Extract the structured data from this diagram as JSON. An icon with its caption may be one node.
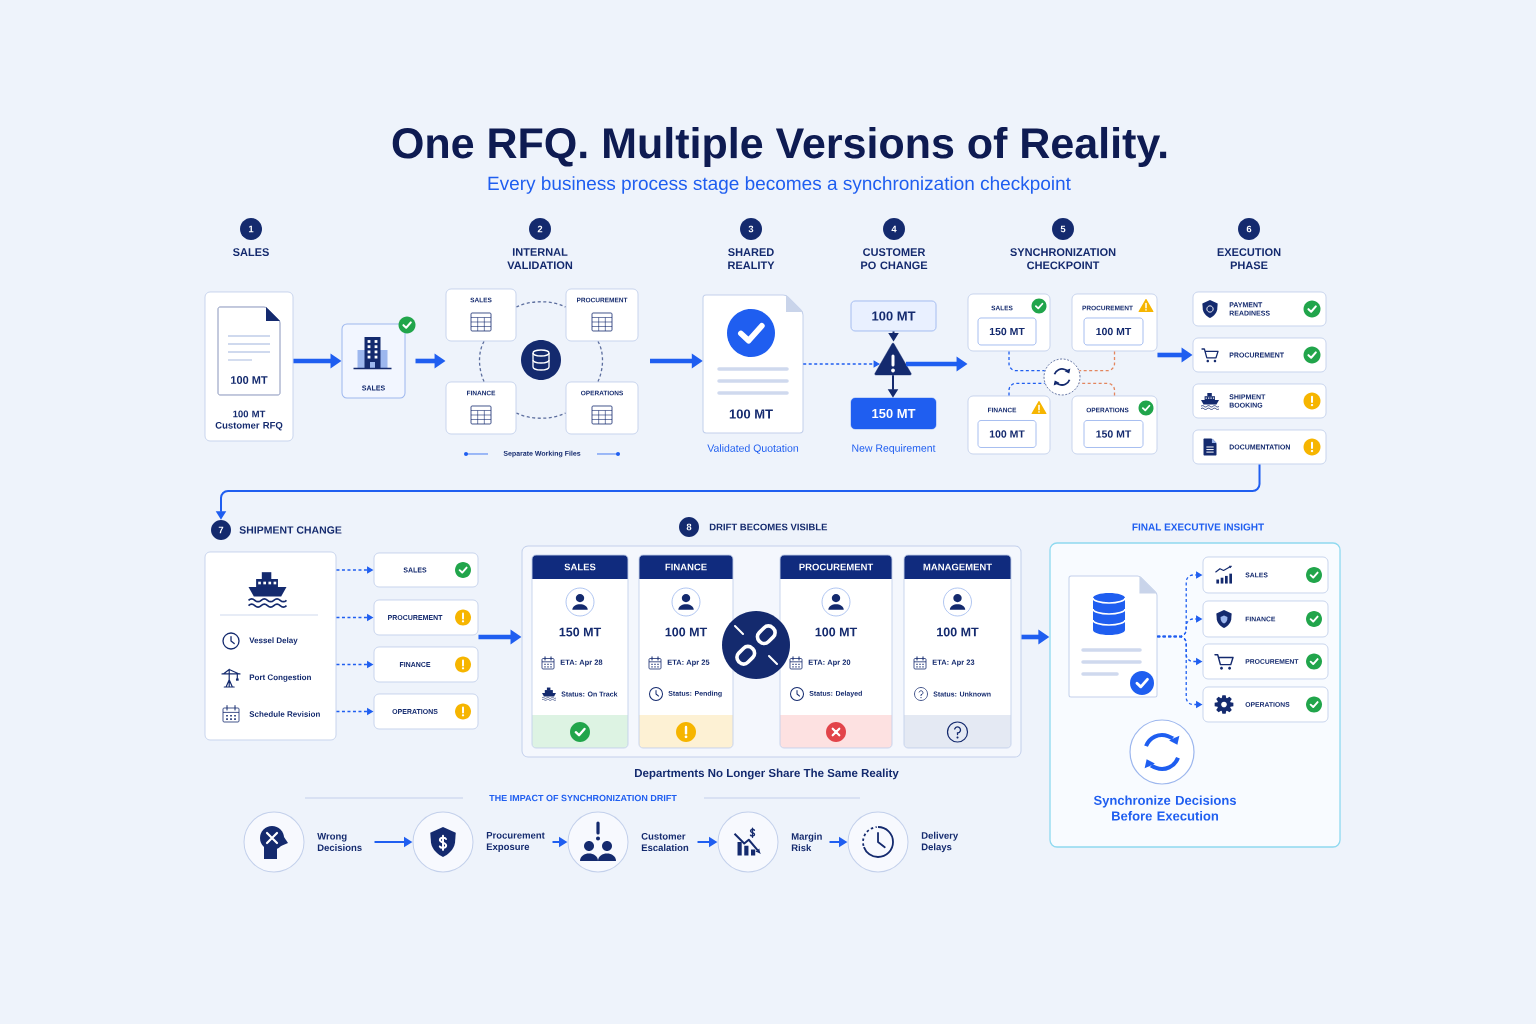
{
  "diagram": {
    "title": "One RFQ. Multiple Versions of Reality.",
    "nodes": [
      {
        "text": [
          "1"
        ],
        "beside": [
          "SALES"
        ]
      },
      {
        "text": [
          "100 MT Customer RFQ"
        ]
      },
      {
        "text": [
          "100 MT"
        ],
        "in": 1
      },
      {
        "text": [
          "SALES"
        ]
      },
      {
        "text": [
          "2"
        ],
        "beside": [
          "INTERNAL VALIDATION"
        ]
      },
      {
        "text": [
          "SALES"
        ]
      },
      {
        "text": [
          "PROCUREMENT"
        ]
      },
      {
        "text": [
          "FINANCE"
        ]
      },
      {
        "text": [
          "OPERATIONS"
        ]
      },
      {
        "text": [
          "3"
        ],
        "beside": [
          "SHARED REALITY"
        ]
      },
      {
        "text": [
          "100 MT"
        ],
        "beside": [
          "Validated Quotation"
        ]
      },
      {
        "text": [
          "4"
        ],
        "beside": [
          "CUSTOMER PO CHANGE"
        ]
      },
      {
        "text": [
          "100 MT"
        ]
      },
      {
        "text": [],
        "shape": "triangle"
      },
      {
        "text": [
          "150 MT"
        ],
        "beside": [
          "New Requirement"
        ]
      },
      {
        "text": [
          "5"
        ],
        "beside": [
          "SYNCHRONIZATION CHECKPOINT"
        ]
      },
      {
        "text": [
          "SALES"
        ]
      },
      {
        "text": [
          "150 MT"
        ],
        "in": 16
      },
      {
        "text": [
          "PROCUREMENT"
        ]
      },
      {
        "text": [
          "100 MT"
        ],
        "in": 18
      },
      {
        "text": [
          "FINANCE"
        ]
      },
      {
        "text": [
          "100 MT"
        ],
        "in": 20
      },
      {
        "text": [
          "OPERATIONS"
        ]
      },
      {
        "text": [
          "150 MT"
        ],
        "in": 22
      },
      {
        "text": [],
        "shape": "circle"
      },
      {
        "text": [
          "6"
        ],
        "beside": [
          "EXECUTION PHASE"
        ]
      },
      {
        "text": [
          "PAYMENT READINESS"
        ]
      },
      {
        "text": [
          "PROCUREMENT"
        ]
      },
      {
        "text": [
          "SHIPMENT BOOKING"
        ]
      },
      {
        "text": [
          "DOCUMENTATION"
        ]
      },
      {
        "text": [
          "7"
        ],
        "beside": [
          "SHIPMENT CHANGE"
        ]
      },
      {
        "text": [
          "Vessel Delay",
          "Port Congestion",
          "Schedule Revision"
        ]
      },
      {
        "text": [
          "SALES"
        ]
      },
      {
        "text": [
          "PROCUREMENT"
        ]
      },
      {
        "text": [
          "FINANCE"
        ]
      },
      {
        "text": [
          "OPERATIONS"
        ]
      },
      {
        "text": [
          "8"
        ],
        "beside": [
          "DRIFT BECOMES VISIBLE"
        ]
      },
      {
        "text": [],
        "shape": "box",
        "beside": [
          "Departments No Longer Share The Same Reality"
        ]
      },
      {
        "text": [
          "SALES",
          "150 MT",
          "ETA: Apr 28",
          "Status: On Track"
        ],
        "in": 37
      },
      {
        "text": [
          "FINANCE",
          "100 MT",
          "ETA: Apr 25",
          "Status: Pending"
        ],
        "in": 37
      },
      {
        "text": [
          "PROCUREMENT",
          "100 MT",
          "ETA: Apr 20",
          "Status: Delayed"
        ],
        "in": 37
      },
      {
        "text": [
          "MANAGEMENT",
          "100 MT",
          "ETA: Apr 23",
          "Status: Unknown"
        ],
        "in": 37
      },
      {
        "text": [
          "FINAL EXECUTIVE INSIGHT",
          "Synchronize Decisions Before Execution"
        ]
      },
      {
        "text": [],
        "shape": "document",
        "in": 42
      },
      {
        "text": [
          "SALES"
        ],
        "in": 42
      },
      {
        "text": [
          "FINANCE"
        ],
        "in": 42
      },
      {
        "text": [
          "PROCUREMENT"
        ],
        "in": 42
      },
      {
        "text": [
          "OPERATIONS"
        ],
        "in": 42
      },
      {
        "text": [],
        "shape": "circle",
        "beside": [
          "Wrong Decisions"
        ]
      },
      {
        "text": [],
        "shape": "circle",
        "beside": [
          "Procurement Exposure"
        ]
      },
      {
        "text": [],
        "shape": "circle",
        "beside": [
          "Customer Escalation"
        ]
      },
      {
        "text": [],
        "shape": "circle",
        "beside": [
          "Margin Risk"
        ]
      },
      {
        "text": [],
        "shape": "circle",
        "beside": [
          "Delivery Delays"
        ]
      }
    ],
    "edges": [
      {
        "from": 1,
        "to": 3,
        "arrow": "to",
        "style": "thick"
      },
      {
        "from": 3,
        "to": 5,
        "arrow": "to",
        "style": "thick"
      },
      {
        "from": 5,
        "to": 6,
        "arrow": "none",
        "style": "dashed",
        "color": "#5c6e9e"
      },
      {
        "from": 5,
        "to": 7,
        "arrow": "none",
        "style": "dashed",
        "color": "#5c6e9e"
      },
      {
        "from": 6,
        "to": 8,
        "arrow": "none",
        "style": "dashed",
        "color": "#5c6e9e"
      },
      {
        "from": 7,
        "to": 8,
        "arrow": "none",
        "style": "dashed",
        "color": "#5c6e9e"
      },
      {
        "from": null,
        "to": 10,
        "arrow": "to",
        "style": "thick"
      },
      {
        "from": 10,
        "to": 13,
        "arrow": "to",
        "style": "dashed"
      },
      {
        "from": 12,
        "to": 13,
        "arrow": "to",
        "color": "#142a6e"
      },
      {
        "from": 13,
        "to": 14,
        "arrow": "to",
        "color": "#142a6e"
      },
      {
        "from": 13,
        "to": 16,
        "arrow": "to",
        "style": "thick"
      },
      {
        "from": 16,
        "to": 24,
        "arrow": "none",
        "style": "dashed"
      },
      {
        "from": 18,
        "to": 24,
        "arrow": "none",
        "style": "dashed",
        "color": "#e3865f"
      },
      {
        "from": 20,
        "to": 24,
        "arrow": "none",
        "style": "dashed"
      },
      {
        "from": 22,
        "to": 24,
        "arrow": "none",
        "style": "dashed",
        "color": "#e3865f"
      },
      {
        "from": 18,
        "to": 27,
        "arrow": "to",
        "style": "thick"
      },
      {
        "from": 29,
        "to": 30,
        "arrow": "to"
      },
      {
        "from": 31,
        "to": 32,
        "arrow": "to",
        "style": "dashed"
      },
      {
        "from": 31,
        "to": 33,
        "arrow": "to",
        "style": "dashed"
      },
      {
        "from": 31,
        "to": 34,
        "arrow": "to",
        "style": "dashed"
      },
      {
        "from": 31,
        "to": 35,
        "arrow": "to",
        "style": "dashed"
      },
      {
        "from": 33,
        "to": 37,
        "arrow": "to",
        "style": "thick"
      },
      {
        "from": 37,
        "to": 42,
        "arrow": "to",
        "style": "thick"
      },
      {
        "from": 43,
        "to": 44,
        "arrow": "to",
        "style": "dashed"
      },
      {
        "from": 43,
        "to": 45,
        "arrow": "to",
        "style": "dashed"
      },
      {
        "from": 43,
        "to": 46,
        "arrow": "to",
        "style": "dashed"
      },
      {
        "from": 43,
        "to": 47,
        "arrow": "to",
        "style": "dashed"
      },
      {
        "from": 48,
        "to": 49,
        "arrow": "to"
      },
      {
        "from": 49,
        "to": 50,
        "arrow": "to"
      },
      {
        "from": 50,
        "to": 51,
        "arrow": "to"
      },
      {
        "from": 51,
        "to": 52,
        "arrow": "to"
      }
    ],
    "labels": [
      "Every business process stage becomes a synchronization checkpoint",
      "Separate Working Files",
      "THE IMPACT OF SYNCHRONIZATION DRIFT"
    ]
  }
}
